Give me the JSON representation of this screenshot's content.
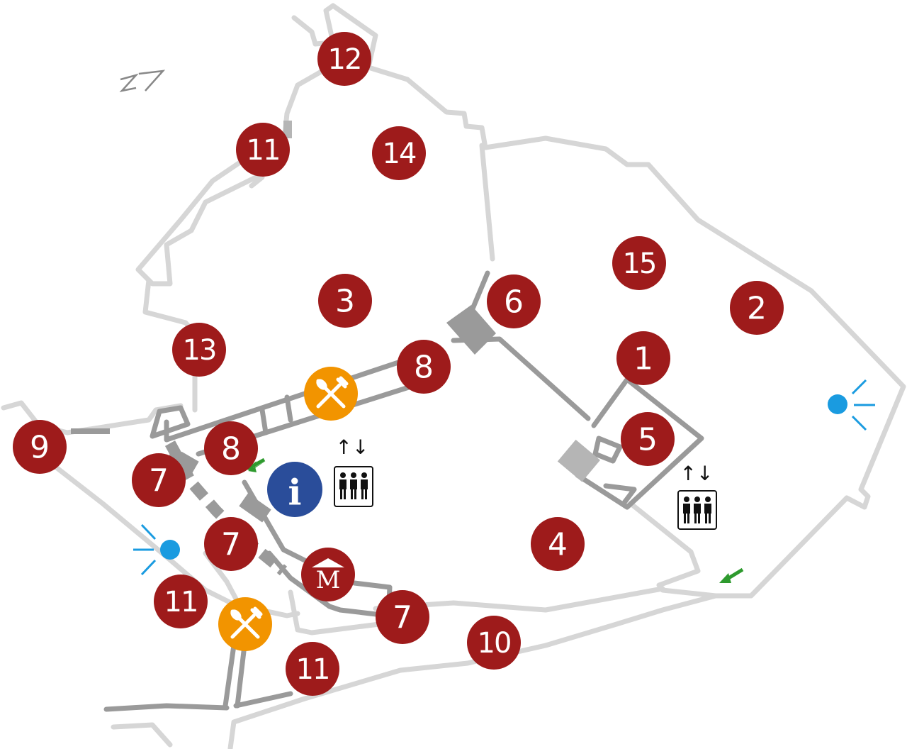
{
  "map": {
    "markers": {
      "m1": "1",
      "m2": "2",
      "m3": "3",
      "m4": "4",
      "m5": "5",
      "m6": "6",
      "m7a": "7",
      "m7b": "7",
      "m7c": "7",
      "m8a": "8",
      "m8b": "8",
      "m9": "9",
      "m10": "10",
      "m11a": "11",
      "m11b": "11",
      "m11c": "11",
      "m12": "12",
      "m13": "13",
      "m14": "14",
      "m15": "15"
    },
    "symbols": {
      "info": "i",
      "museum": "M",
      "elevator_arrows": "↑↓"
    },
    "icons": [
      "restaurant-icon",
      "info-icon",
      "museum-icon",
      "elevator-icon",
      "viewpoint-icon",
      "entrance-arrow-icon",
      "north-arrow-icon"
    ],
    "colors": {
      "marker": "#9e1b1b",
      "restaurant": "#f29400",
      "info": "#2a4d9a",
      "viewpoint": "#1a9be0",
      "entrance_arrow": "#2e9a2e",
      "wall_light": "#d6d6d6",
      "wall_dark": "#9a9a9a"
    }
  }
}
